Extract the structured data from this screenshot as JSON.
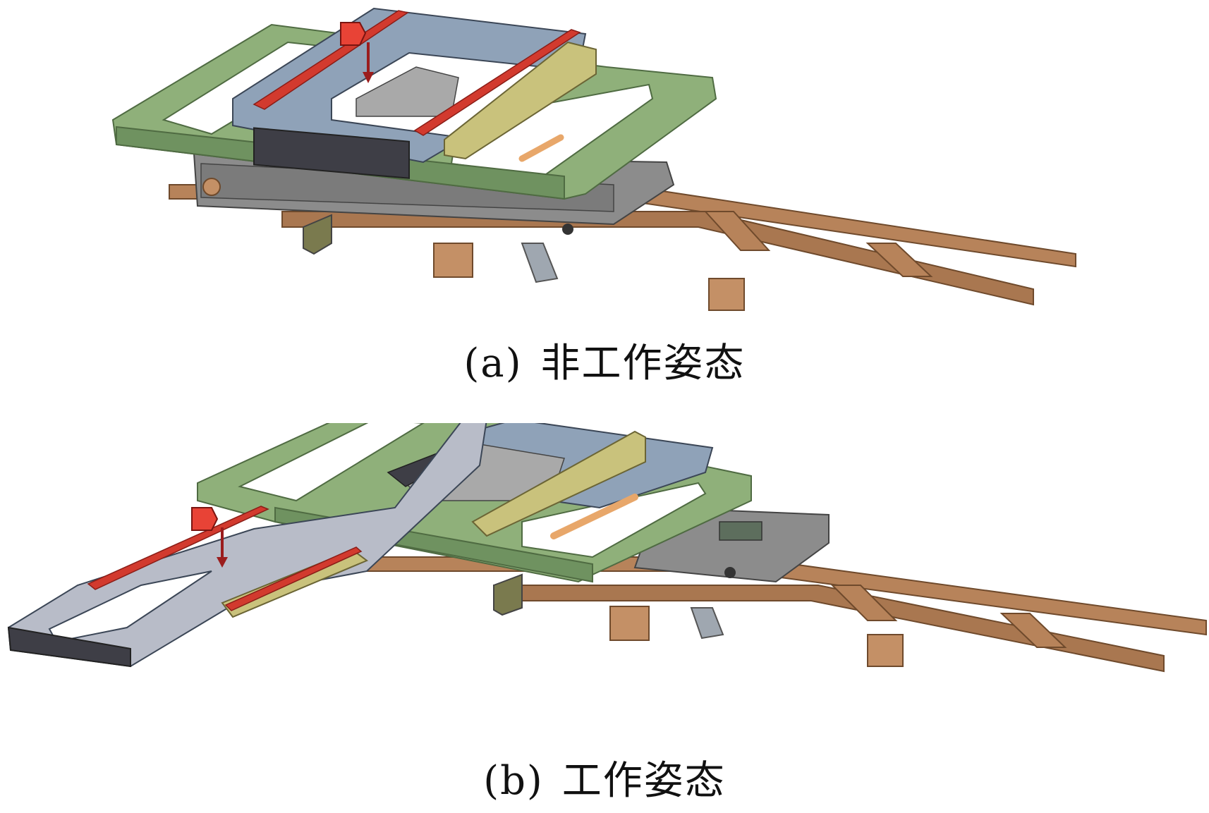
{
  "figure": {
    "panel_a": {
      "tag": "(a)",
      "label": "非工作姿态"
    },
    "panel_b": {
      "tag": "(b)",
      "label": "工作姿态"
    }
  },
  "colors": {
    "frame_green": "#8fb07a",
    "frame_green_dark": "#5e7f4f",
    "rail_brown": "#b7835a",
    "rail_brown_dark": "#8a5a36",
    "steel_blue": "#8fa2b8",
    "steel_blue_dark": "#55657a",
    "gray_plate": "#8c8c8c",
    "gray_dark": "#555555",
    "yellow_beam": "#c9c27c",
    "red_strip": "#d23a2e",
    "marker_red": "#e84336",
    "arrow_dark_red": "#9b1d1d"
  },
  "icons": {
    "load_marker": "red-pentagon-marker",
    "load_arrow": "down-arrow-icon"
  }
}
